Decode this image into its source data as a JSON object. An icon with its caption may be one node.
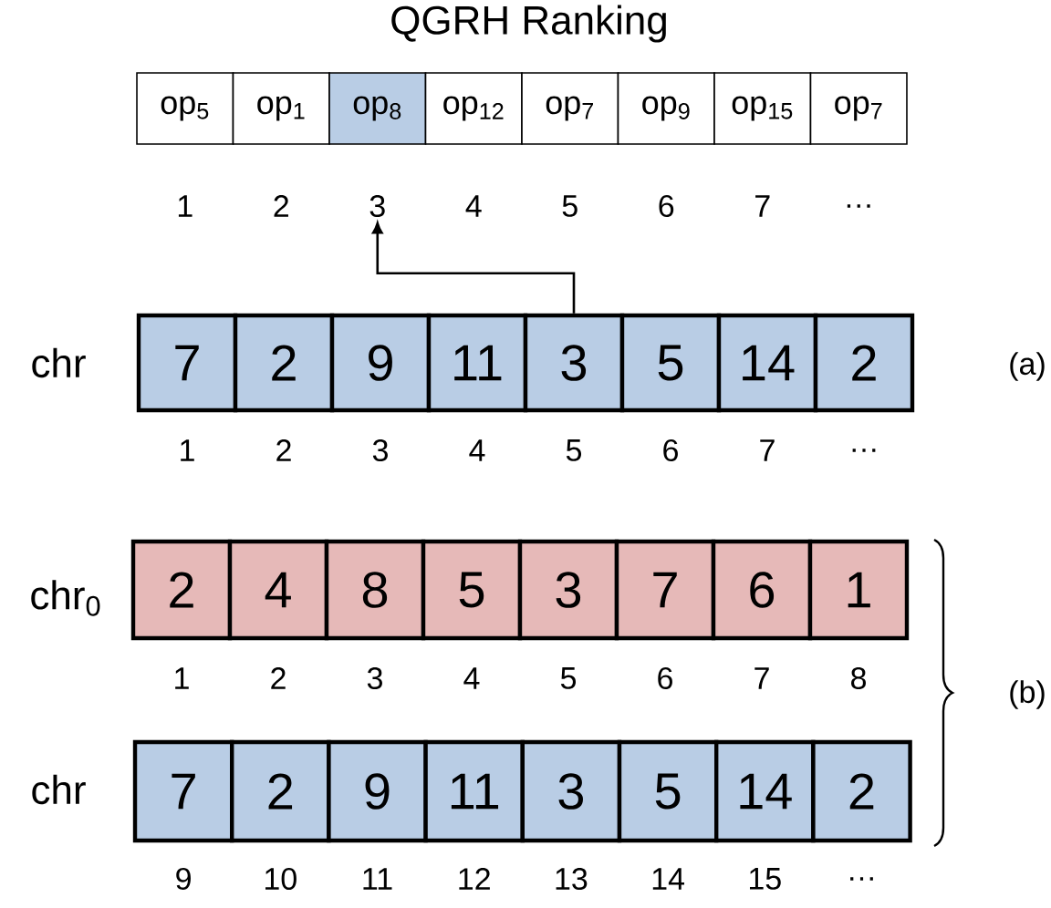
{
  "diagram": {
    "title": "QGRH Ranking",
    "nodes": [
      {
        "text": [
          "op$_{5}$"
        ]
      },
      {
        "text": [
          "op$_{1}$"
        ]
      },
      {
        "text": [
          "op$_{8}$"
        ]
      },
      {
        "text": [
          "op$_{12}$"
        ]
      },
      {
        "text": [
          "op$_{7}$"
        ]
      },
      {
        "text": [
          "op$_{9}$"
        ]
      },
      {
        "text": [
          "op$_{15}$"
        ]
      },
      {
        "text": [
          "op$_{7}$"
        ]
      },
      {
        "text": [
          "1"
        ]
      },
      {
        "text": [
          "2"
        ]
      },
      {
        "text": [
          "3"
        ]
      },
      {
        "text": [
          "4"
        ]
      },
      {
        "text": [
          "5"
        ]
      },
      {
        "text": [
          "6"
        ]
      },
      {
        "text": [
          "7"
        ]
      },
      {
        "text": [
          "…"
        ]
      },
      {
        "text": [
          "7"
        ]
      },
      {
        "text": [
          "2"
        ]
      },
      {
        "text": [
          "9"
        ]
      },
      {
        "text": [
          "11"
        ]
      },
      {
        "text": [
          "3"
        ]
      },
      {
        "text": [
          "5"
        ]
      },
      {
        "text": [
          "14"
        ]
      },
      {
        "text": [
          "2"
        ]
      },
      {
        "text": [
          "2"
        ]
      },
      {
        "text": [
          "4"
        ]
      },
      {
        "text": [
          "8"
        ]
      },
      {
        "text": [
          "5"
        ]
      },
      {
        "text": [
          "3"
        ]
      },
      {
        "text": [
          "7"
        ]
      },
      {
        "text": [
          "6"
        ]
      },
      {
        "text": [
          "1"
        ]
      },
      {
        "text": [
          "7"
        ]
      },
      {
        "text": [
          "2"
        ]
      },
      {
        "text": [
          "9"
        ]
      },
      {
        "text": [
          "11"
        ]
      },
      {
        "text": [
          "3"
        ]
      },
      {
        "text": [
          "5"
        ]
      },
      {
        "text": [
          "14"
        ]
      },
      {
        "text": [
          "2"
        ]
      }
    ],
    "edges": [
      {
        "from": 20,
        "to": 10,
        "arrow": "to"
      }
    ],
    "labels": [
      "chr",
      "(a)",
      "1",
      "2",
      "3",
      "4",
      "5",
      "6",
      "7",
      "…",
      "chr$_{0}$",
      "1",
      "2",
      "3",
      "4",
      "5",
      "6",
      "7",
      "8",
      "(b)",
      "chr",
      "9",
      "10",
      "11",
      "12",
      "13",
      "14",
      "15",
      "…"
    ]
  }
}
